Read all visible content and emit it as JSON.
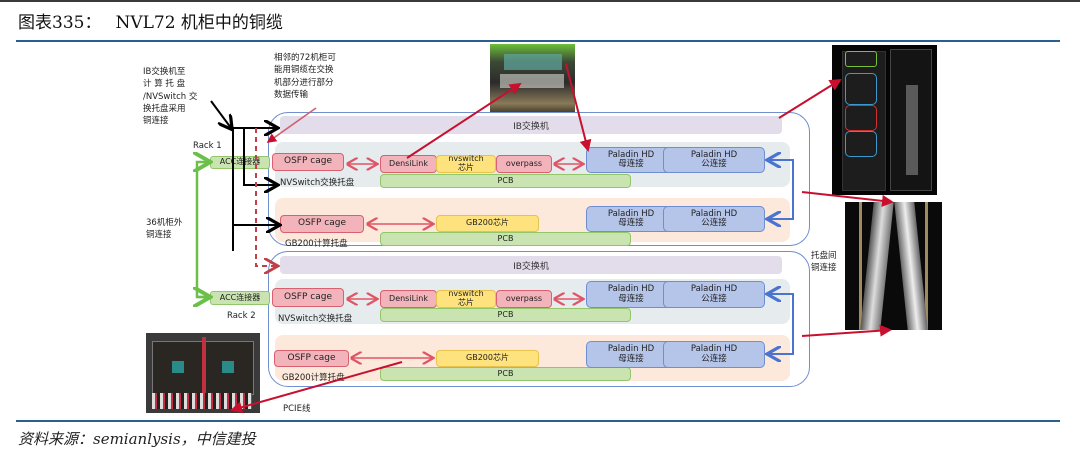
{
  "figure": {
    "number": "图表335：",
    "title": "NVL72 机柜中的铜缆",
    "source": "资料来源：semianlysis，中信建投"
  },
  "annotations": {
    "ib_to_tray": [
      "IB交换机至",
      "计 算 托 盘",
      "/NVSwitch 交",
      "换托盘采用",
      "铜连接"
    ],
    "adjacent_rack": [
      "相邻的72机柜可",
      "能用铜缆在交换",
      "机部分进行部分",
      "数据传输"
    ],
    "external_copper": [
      "36机柜外",
      "铜连接"
    ],
    "inter_tray_copper": [
      "托盘间",
      "铜连接"
    ],
    "pcie_cable": "PCIE线"
  },
  "racks": [
    {
      "label": "Rack 1",
      "acc_connector": "ACC连接器",
      "ib_switch": "IB交换机",
      "nvswitch_tray": {
        "label": "NVSwitch交换托盘",
        "osfp": "OSFP cage",
        "densilink": "DensiLink",
        "chip": [
          "nvswitch",
          "芯片"
        ],
        "overpass": "overpass",
        "pcb": "PCB",
        "paladin_female": [
          "Paladin HD",
          "母连接"
        ],
        "paladin_male": [
          "Paladin HD",
          "公连接"
        ]
      },
      "compute_tray": {
        "label": "GB200计算托盘",
        "osfp": "OSFP cage",
        "chip": "GB200芯片",
        "pcb": "PCB",
        "paladin_female": [
          "Paladin HD",
          "母连接"
        ],
        "paladin_male": [
          "Paladin HD",
          "公连接"
        ]
      }
    },
    {
      "label": "Rack 2",
      "acc_connector": "ACC连接器",
      "ib_switch": "IB交换机",
      "nvswitch_tray": {
        "label": "NVSwitch交换托盘",
        "osfp": "OSFP cage",
        "densilink": "DensiLink",
        "chip": [
          "nvswitch",
          "芯片"
        ],
        "overpass": "overpass",
        "pcb": "PCB",
        "paladin_female": [
          "Paladin HD",
          "母连接"
        ],
        "paladin_male": [
          "Paladin HD",
          "公连接"
        ]
      },
      "compute_tray": {
        "label": "GB200计算托盘",
        "osfp": "OSFP cage",
        "chip": "GB200芯片",
        "pcb": "PCB",
        "paladin_female": [
          "Paladin HD",
          "母连接"
        ],
        "paladin_male": [
          "Paladin HD",
          "公连接"
        ]
      }
    }
  ],
  "colors": {
    "rule": "#2b5f8f",
    "red_arrow": "#c8102e",
    "pink_arrow": "#e05565",
    "green_line": "#6cc04a",
    "blue_line": "#4a74d0"
  }
}
